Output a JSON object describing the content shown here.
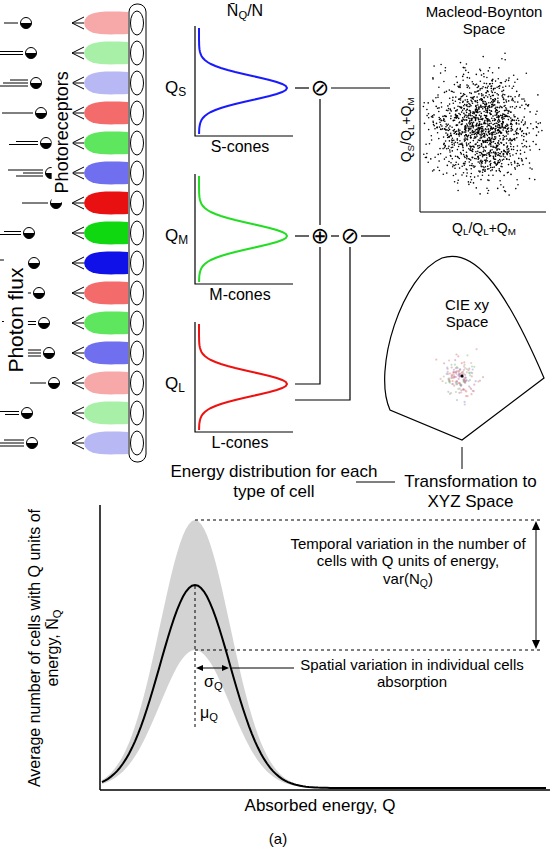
{
  "diagram": {
    "nodes": [
      {
        "text": [
          "QS",
          "S-cones"
        ]
      },
      {
        "text": [
          "QM",
          "M-cones"
        ]
      },
      {
        "text": [
          "QL",
          "L-cones"
        ]
      },
      {
        "text": [
          "⊘"
        ]
      },
      {
        "text": [
          "⊕"
        ]
      },
      {
        "text": [
          "⊘"
        ]
      },
      {
        "text": [
          "Macleod-Boynton Space",
          "QS/QL+QM",
          "QL/QL+QM"
        ]
      },
      {
        "text": [
          "CIE xy Space"
        ]
      }
    ],
    "edges": [
      {
        "from": 0,
        "to": 3,
        "arrow": "none"
      },
      {
        "from": 3,
        "to": 6,
        "arrow": "none"
      },
      {
        "from": 1,
        "to": 4,
        "arrow": "none"
      },
      {
        "from": 2,
        "to": 4,
        "arrow": "none"
      },
      {
        "from": 4,
        "to": 3,
        "arrow": "none"
      },
      {
        "from": 2,
        "to": 5,
        "arrow": "none"
      },
      {
        "from": 4,
        "to": 5,
        "arrow": "none"
      },
      {
        "from": 5,
        "to": 6,
        "arrow": "none"
      }
    ],
    "labels": [
      "Photon flux",
      "Photoreceptors",
      "N̄Q/N",
      "Energy distribution for each type of cell",
      "Transformation to XYZ Space",
      "Average number of cells with Q units of energy, N̄Q",
      "Temporal variation in the number of cells with Q units of energy, var(NQ)",
      "Spatial variation in individual cells absorption",
      "σQ",
      "μQ",
      "Absorbed energy, Q",
      "(a)"
    ]
  }
}
